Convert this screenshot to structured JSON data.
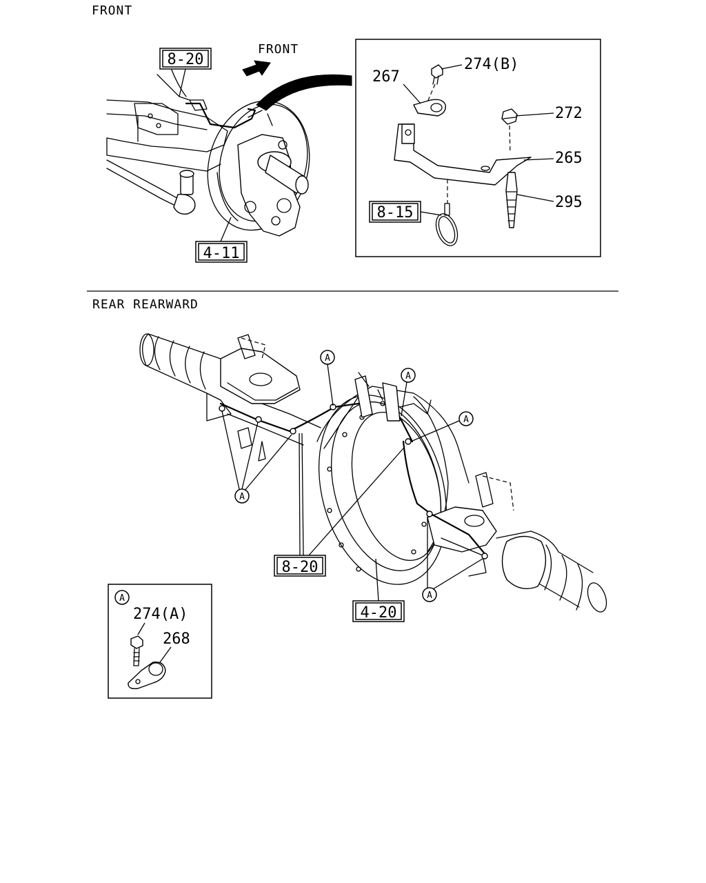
{
  "sections": {
    "front_title": "FRONT",
    "rear_title": "REAR REARWARD"
  },
  "front": {
    "direction_label": "FRONT",
    "refs": {
      "r820": "8-20",
      "r411": "4-11",
      "r815": "8-15"
    },
    "parts": {
      "p274b": "274(B)",
      "p267": "267",
      "p272": "272",
      "p265": "265",
      "p295": "295"
    }
  },
  "rear": {
    "refs": {
      "r820": "8-20",
      "r420": "4-20"
    },
    "callout": "A"
  },
  "detail_a": {
    "marker": "A",
    "parts": {
      "p274a": "274(A)",
      "p268": "268"
    }
  }
}
